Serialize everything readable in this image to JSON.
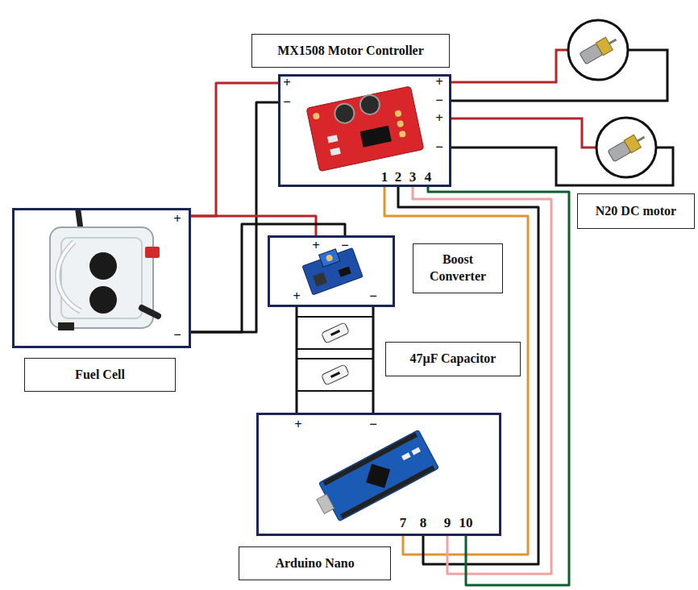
{
  "diagram": {
    "nodes": [
      {
        "text": [
          "MX1508 Motor Controller"
        ]
      },
      {
        "text": [
          "+",
          "−",
          "+",
          "−",
          "+",
          "−",
          "1",
          "2",
          "3",
          "4"
        ]
      },
      {
        "text": [
          "N20 DC motor"
        ]
      },
      {
        "text": [
          "+",
          "−"
        ]
      },
      {
        "text": [
          "Fuel Cell"
        ]
      },
      {
        "text": [
          "+",
          "−",
          "+",
          "−"
        ]
      },
      {
        "text": [
          "Boost Converter"
        ]
      },
      {
        "text": [
          "47µF Capacitor"
        ]
      },
      {
        "text": [
          "+",
          "−",
          "7",
          "8",
          "9",
          "10"
        ]
      },
      {
        "text": [
          "Arduino Nano"
        ]
      }
    ],
    "edges": [
      {
        "from": 3,
        "to": 1,
        "arrow": "none"
      },
      {
        "from": 3,
        "to": 1,
        "arrow": "none"
      },
      {
        "from": 3,
        "to": 5,
        "arrow": "none"
      },
      {
        "from": 3,
        "to": 5,
        "arrow": "none"
      },
      {
        "from": 5,
        "to": 8,
        "arrow": "none"
      },
      {
        "from": 5,
        "to": 8,
        "arrow": "none"
      },
      {
        "from": 1,
        "to": 8,
        "arrow": "none"
      },
      {
        "from": 1,
        "to": 8,
        "arrow": "none"
      },
      {
        "from": 1,
        "to": 8,
        "arrow": "none"
      },
      {
        "from": 1,
        "to": 8,
        "arrow": "none"
      }
    ]
  }
}
